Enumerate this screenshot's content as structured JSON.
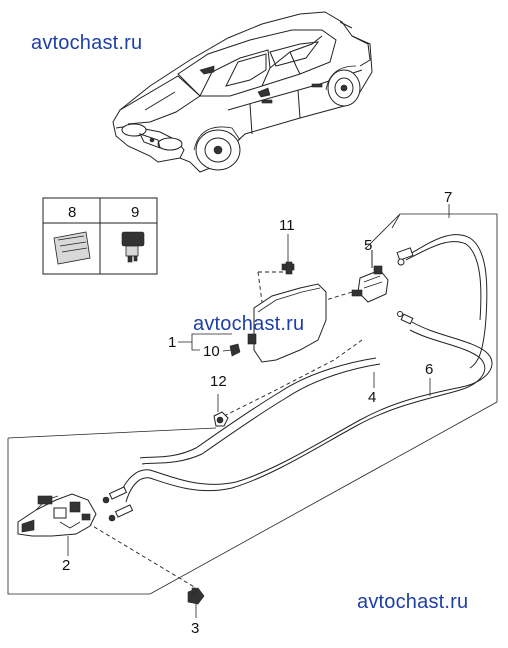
{
  "watermarks": [
    "avtochast.ru",
    "avtochast.ru",
    "avtochast.ru"
  ],
  "callouts": {
    "c1": "1",
    "c2": "2",
    "c3": "3",
    "c4": "4",
    "c5": "5",
    "c6": "6",
    "c7": "7",
    "c8": "8",
    "c9": "9",
    "c10": "10",
    "c11": "11",
    "c12": "12"
  },
  "colors": {
    "watermark": "#1e3fa8",
    "line": "#222222"
  }
}
